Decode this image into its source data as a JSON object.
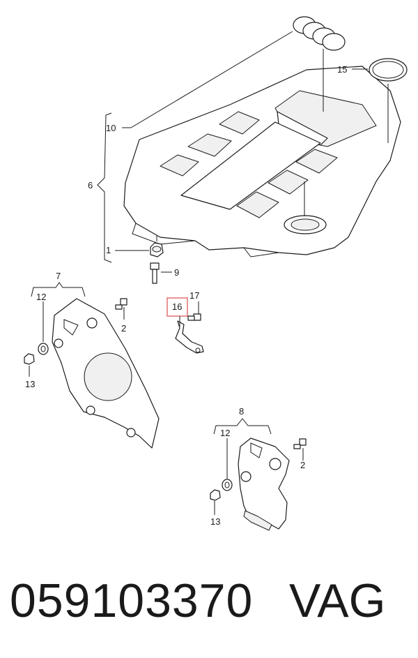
{
  "callouts": {
    "c1": "1",
    "c2a": "2",
    "c2b": "2",
    "c6": "6",
    "c7": "7",
    "c8": "8",
    "c9": "9",
    "c10": "10",
    "c12a": "12",
    "c12b": "12",
    "c13a": "13",
    "c13b": "13",
    "c15": "15",
    "c16": "16",
    "c17": "17"
  },
  "highlight_color": "#e07070",
  "footer": {
    "part_number": "059103370",
    "brand": "VAG"
  }
}
